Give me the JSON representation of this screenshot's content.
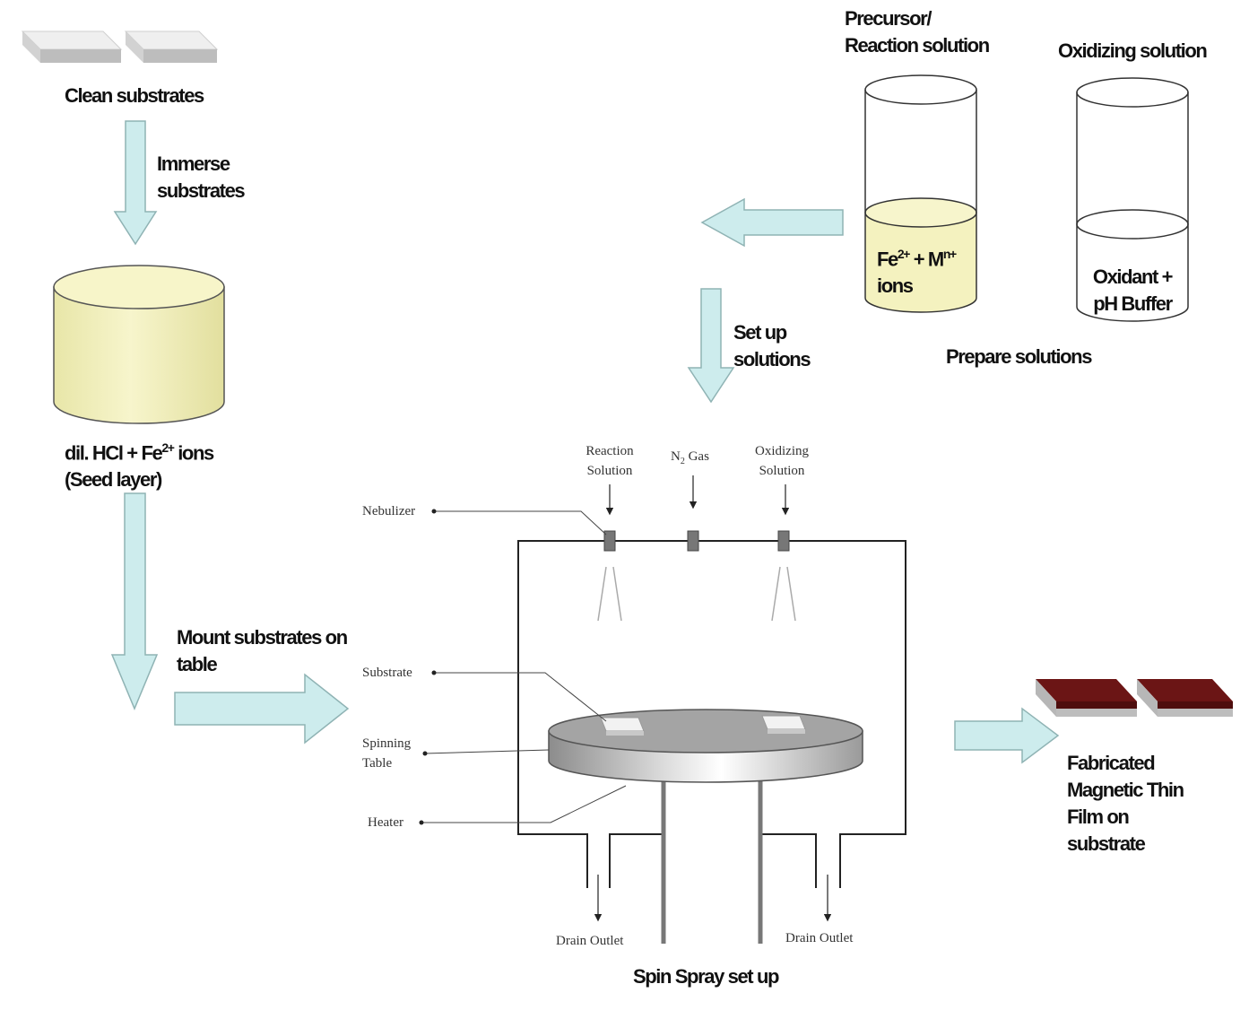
{
  "steps": {
    "clean_substrates": "Clean substrates",
    "immerse": [
      "Immerse",
      "substrates"
    ],
    "seed_bath": [
      "dil. HCl + Fe",
      "2+",
      "ions",
      "(Seed layer)"
    ],
    "mount": [
      "Mount substrates on",
      "table"
    ],
    "setup_solutions": [
      "Set up",
      "solutions"
    ],
    "fabricated": [
      "Fabricated",
      "Magnetic Thin",
      "Film on",
      "substrate"
    ],
    "spin_spray_title": "Spin Spray set up"
  },
  "solutions": {
    "precursor_title": [
      "Precursor/",
      "Reaction solution"
    ],
    "precursor_contents": [
      "Fe",
      "2+",
      " + M",
      "n+",
      "ions"
    ],
    "oxidizing_title": "Oxidizing solution",
    "oxidizing_contents": [
      "Oxidant +",
      "pH Buffer"
    ],
    "caption": "Prepare solutions"
  },
  "apparatus": {
    "inlets": {
      "reaction": [
        "Reaction",
        "Solution"
      ],
      "n2": [
        "N",
        "2",
        " Gas"
      ],
      "oxidizing": [
        "Oxidizing",
        "Solution"
      ]
    },
    "parts": {
      "nebulizer": "Nebulizer",
      "substrate": "Substrate",
      "spinning_table": [
        "Spinning",
        "Table"
      ],
      "heater": "Heater"
    },
    "drain_left": "Drain Outlet",
    "drain_right": "Drain Outlet"
  },
  "colors": {
    "arrow_fill": "#cdeced",
    "arrow_stroke": "#8fb3b4",
    "solution_fill": "#f4f2bf",
    "bath_fill": "#f2f0b8",
    "film_fill": "#6b1515",
    "substrate_fill": "#e6e6e6",
    "line": "#222222"
  }
}
